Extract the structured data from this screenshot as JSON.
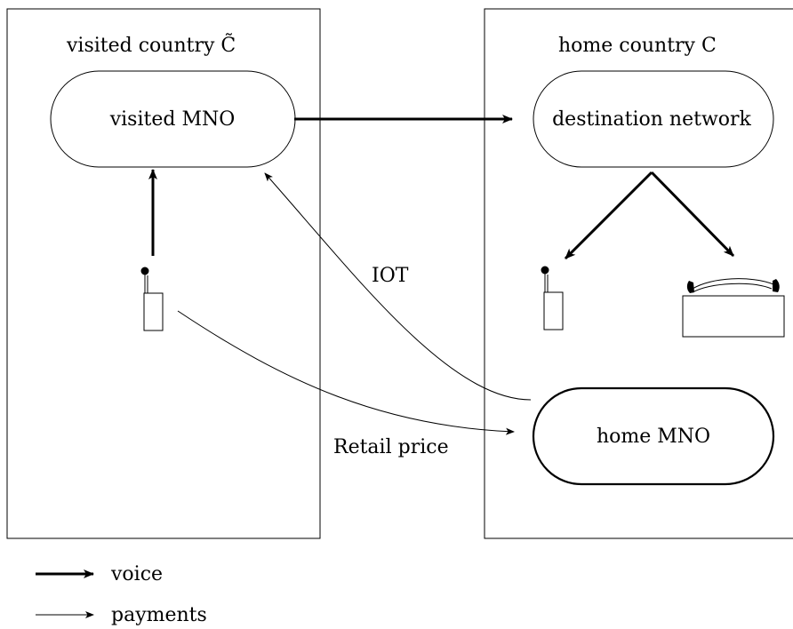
{
  "regions": {
    "visited": {
      "title": "visited country C̃"
    },
    "home": {
      "title": "home country C"
    }
  },
  "nodes": {
    "visited_mno": "visited MNO",
    "destination_network": "destination network",
    "home_mno": "home MNO"
  },
  "flow_labels": {
    "iot": "IOT",
    "retail_price": "Retail price"
  },
  "legend": {
    "voice": "voice",
    "payments": "payments"
  }
}
